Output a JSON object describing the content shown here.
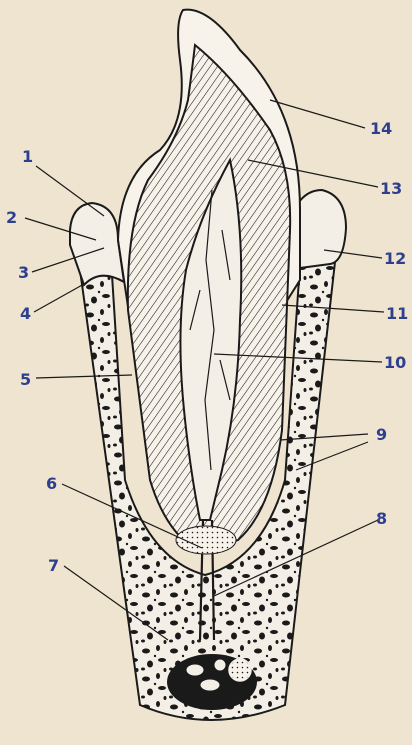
{
  "labels": {
    "l1": "1",
    "l2": "2",
    "l3": "3",
    "l4": "4",
    "l5": "5",
    "l6": "6",
    "l7": "7",
    "l8": "8",
    "l9": "9",
    "l10": "10",
    "l11": "11",
    "l12": "12",
    "l13": "13",
    "l14": "14"
  },
  "colors": {
    "background": "#efe4cf",
    "ink": "#1a1a1a",
    "label": "#2f3f8f"
  }
}
